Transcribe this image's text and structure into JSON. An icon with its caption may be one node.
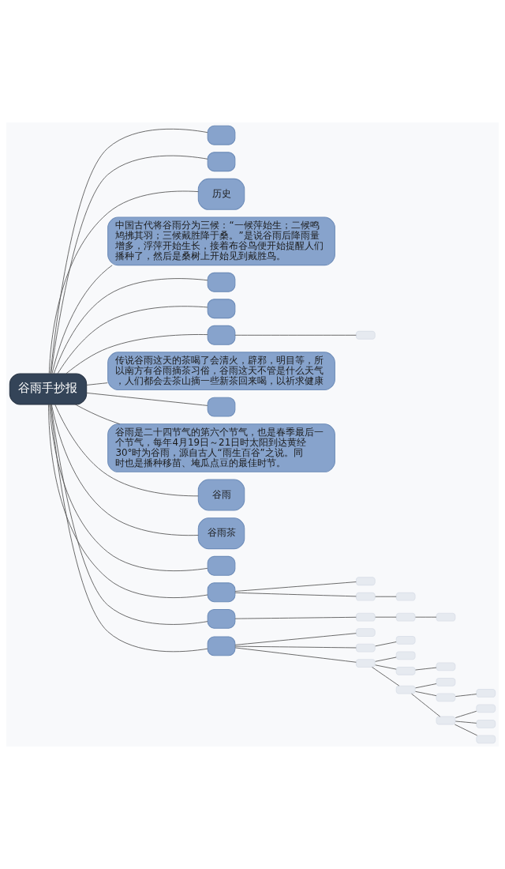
{
  "diagram": {
    "nodes": [
      {
        "text": [
          "谷雨手抄报"
        ]
      },
      {
        "text": [],
        "shape": "box"
      },
      {
        "text": [],
        "shape": "box"
      },
      {
        "text": [
          "历史"
        ]
      },
      {
        "text": [
          "中国古代将谷雨分为三候：“一候萍始生；二候鸣鸠拂其羽；三候戴胜降于桑。”是说谷雨后降雨量增多，浮萍开始生长，接着布谷鸟便开始提醒人们播种了，然后是桑树上开始见到戴胜鸟。"
        ]
      },
      {
        "text": [],
        "shape": "box"
      },
      {
        "text": [],
        "shape": "box"
      },
      {
        "text": [],
        "shape": "box"
      },
      {
        "text": [],
        "shape": "box"
      },
      {
        "text": [
          "传说谷雨这天的茶喝了会清火，辟邪，明目等，所以南方有谷雨摘茶习俗，谷雨这天不管是什么天气，人们都会去茶山摘一些新茶回来喝，以祈求健康"
        ]
      },
      {
        "text": [],
        "shape": "box"
      },
      {
        "text": [
          "谷雨是二十四节气的第六个节气，也是春季最后一个节气，每年4月19日～21日时太阳到达黄经30°时为谷雨，源自古人“雨生百谷”之说。同时也是播种移苗、埯瓜点豆的最佳时节。"
        ]
      },
      {
        "text": [
          "谷雨"
        ]
      },
      {
        "text": [
          "谷雨茶"
        ]
      },
      {
        "text": [],
        "shape": "box"
      },
      {
        "text": [],
        "shape": "box"
      },
      {
        "text": [],
        "shape": "box"
      },
      {
        "text": [],
        "shape": "box"
      },
      {
        "text": [],
        "shape": "box"
      },
      {
        "text": [],
        "shape": "box"
      },
      {
        "text": [],
        "shape": "box"
      },
      {
        "text": [],
        "shape": "box"
      },
      {
        "text": [],
        "shape": "box"
      },
      {
        "text": [],
        "shape": "box"
      },
      {
        "text": [],
        "shape": "box"
      },
      {
        "text": [],
        "shape": "box"
      },
      {
        "text": [],
        "shape": "box"
      },
      {
        "text": [],
        "shape": "box"
      },
      {
        "text": [],
        "shape": "box"
      },
      {
        "text": [],
        "shape": "box"
      },
      {
        "text": [],
        "shape": "box"
      },
      {
        "text": [],
        "shape": "box"
      },
      {
        "text": [],
        "shape": "box"
      },
      {
        "text": [],
        "shape": "box"
      },
      {
        "text": [],
        "shape": "box"
      },
      {
        "text": [],
        "shape": "box"
      },
      {
        "text": [],
        "shape": "box"
      },
      {
        "text": [],
        "shape": "box"
      },
      {
        "text": [],
        "shape": "box"
      }
    ],
    "edges": [
      {
        "from": 0,
        "to": 1,
        "arrow": "none"
      },
      {
        "from": 0,
        "to": 2,
        "arrow": "none"
      },
      {
        "from": 0,
        "to": 3,
        "arrow": "none"
      },
      {
        "from": 0,
        "to": 4,
        "arrow": "none"
      },
      {
        "from": 0,
        "to": 5,
        "arrow": "none"
      },
      {
        "from": 0,
        "to": 6,
        "arrow": "none"
      },
      {
        "from": 0,
        "to": 7,
        "arrow": "none"
      },
      {
        "from": 7,
        "to": 8,
        "arrow": "none"
      },
      {
        "from": 0,
        "to": 9,
        "arrow": "none"
      },
      {
        "from": 0,
        "to": 10,
        "arrow": "none"
      },
      {
        "from": 0,
        "to": 11,
        "arrow": "none"
      },
      {
        "from": 0,
        "to": 12,
        "arrow": "none"
      },
      {
        "from": 0,
        "to": 13,
        "arrow": "none"
      },
      {
        "from": 0,
        "to": 14,
        "arrow": "none"
      },
      {
        "from": 0,
        "to": 15,
        "arrow": "none"
      },
      {
        "from": 15,
        "to": 16,
        "arrow": "none"
      },
      {
        "from": 15,
        "to": 17,
        "arrow": "none"
      },
      {
        "from": 17,
        "to": 18,
        "arrow": "none"
      },
      {
        "from": 0,
        "to": 19,
        "arrow": "none"
      },
      {
        "from": 19,
        "to": 20,
        "arrow": "none"
      },
      {
        "from": 20,
        "to": 21,
        "arrow": "none"
      },
      {
        "from": 21,
        "to": 22,
        "arrow": "none"
      },
      {
        "from": 0,
        "to": 23,
        "arrow": "none"
      },
      {
        "from": 23,
        "to": 24,
        "arrow": "none"
      },
      {
        "from": 23,
        "to": 25,
        "arrow": "none"
      },
      {
        "from": 23,
        "to": 26,
        "arrow": "none"
      },
      {
        "from": 25,
        "to": 27,
        "arrow": "none"
      },
      {
        "from": 26,
        "to": 28,
        "arrow": "none"
      },
      {
        "from": 26,
        "to": 29,
        "arrow": "none"
      },
      {
        "from": 26,
        "to": 30,
        "arrow": "none"
      },
      {
        "from": 29,
        "to": 31,
        "arrow": "none"
      },
      {
        "from": 30,
        "to": 32,
        "arrow": "none"
      },
      {
        "from": 30,
        "to": 33,
        "arrow": "none"
      },
      {
        "from": 30,
        "to": 34,
        "arrow": "none"
      },
      {
        "from": 33,
        "to": 35,
        "arrow": "none"
      },
      {
        "from": 34,
        "to": 36,
        "arrow": "none"
      },
      {
        "from": 34,
        "to": 37,
        "arrow": "none"
      },
      {
        "from": 34,
        "to": 38,
        "arrow": "none"
      }
    ]
  }
}
